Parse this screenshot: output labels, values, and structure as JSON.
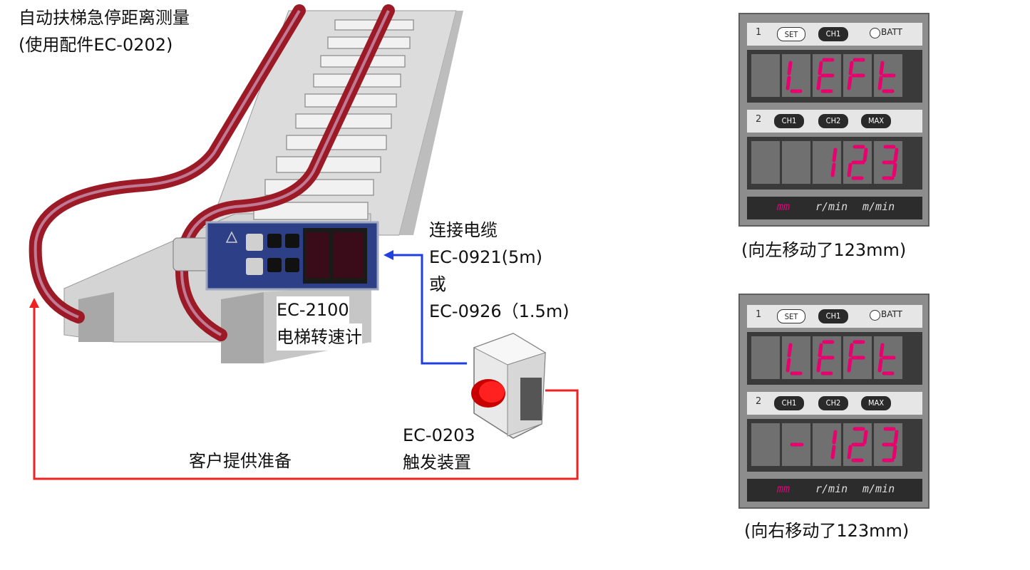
{
  "title": {
    "line1": "自动扶梯急停距离测量",
    "line2": "(使用配件EC-0202)"
  },
  "labels": {
    "cable": [
      "连接电缆",
      "EC-0921(5m)",
      "或",
      "EC-0926（1.5m)"
    ],
    "tachometer": [
      "EC-2100",
      "电梯转速计"
    ],
    "trigger": [
      "EC-0203",
      "触发装置"
    ],
    "customer": "客户提供准备"
  },
  "colors": {
    "handrail": "#9b1a26",
    "cable_arrow": "#1f3fe0",
    "signal_line": "#ee2222",
    "segment_on": "#e8006e"
  },
  "panels": [
    {
      "row1": {
        "num": "1",
        "buttons": [
          "SET",
          "CH1"
        ],
        "batt": "BATT",
        "display": "LEFt"
      },
      "row2": {
        "num": "2",
        "buttons": [
          "CH1",
          "CH2",
          "MAX"
        ],
        "display": "123"
      },
      "units": [
        "mm",
        "r/min",
        "m/min"
      ],
      "active_unit": "mm",
      "caption": "(向左移动了123mm)"
    },
    {
      "row1": {
        "num": "1",
        "buttons": [
          "SET",
          "CH1"
        ],
        "batt": "BATT",
        "display": "LEFt"
      },
      "row2": {
        "num": "2",
        "buttons": [
          "CH1",
          "CH2",
          "MAX"
        ],
        "display": "-123"
      },
      "units": [
        "mm",
        "r/min",
        "m/min"
      ],
      "active_unit": "mm",
      "caption": "(向右移动了123mm)"
    }
  ]
}
